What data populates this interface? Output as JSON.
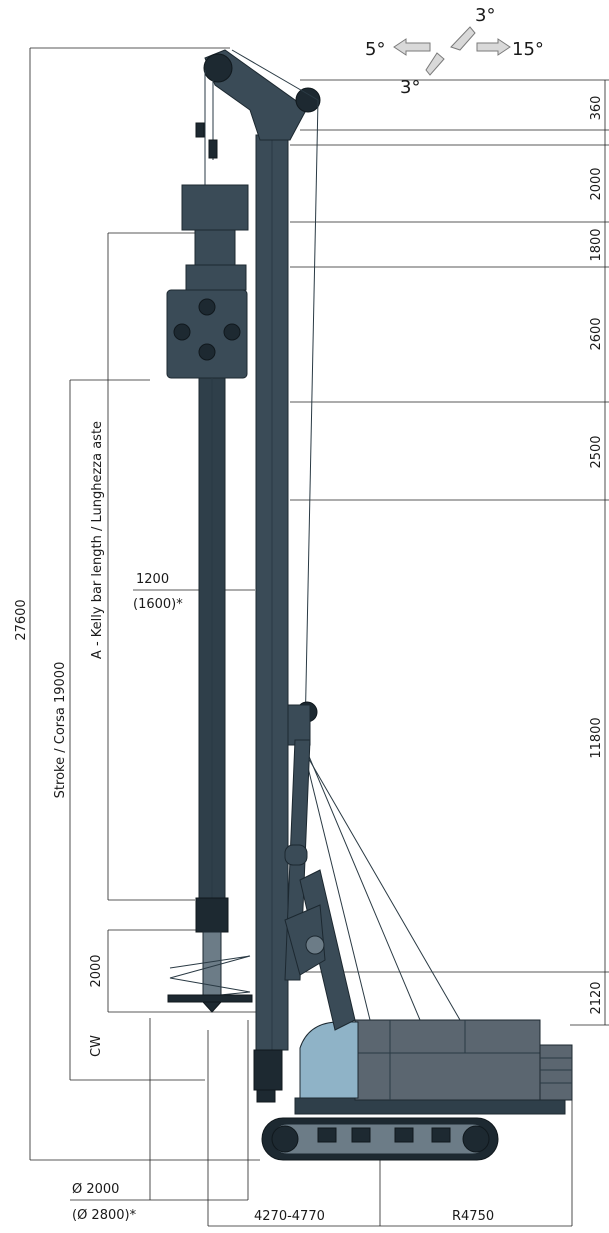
{
  "legend": {
    "left_angle": "5°",
    "right_angle": "15°",
    "top_angle": "3°",
    "bottom_angle": "3°",
    "colors": {
      "machine": "#3a4b57",
      "cabin": "#8fb3c7",
      "arrow": "#d9d9d9"
    }
  },
  "right_dims": [
    "360",
    "2000",
    "1800",
    "2600",
    "2500",
    "11800",
    "2120"
  ],
  "left_dims": {
    "total_height": "27600",
    "stroke": "Stroke / Corsa  19000",
    "kelly": "A - Kelly bar length / Lunghezza aste",
    "offset_1": "1200",
    "offset_2": "(1600)*",
    "tool_height": "2000",
    "cw": "CW"
  },
  "bottom_dims": {
    "diameter_1": "Ø 2000",
    "diameter_2": "(Ø 2800)*",
    "reach": "4270-4770",
    "radius": "R4750"
  }
}
